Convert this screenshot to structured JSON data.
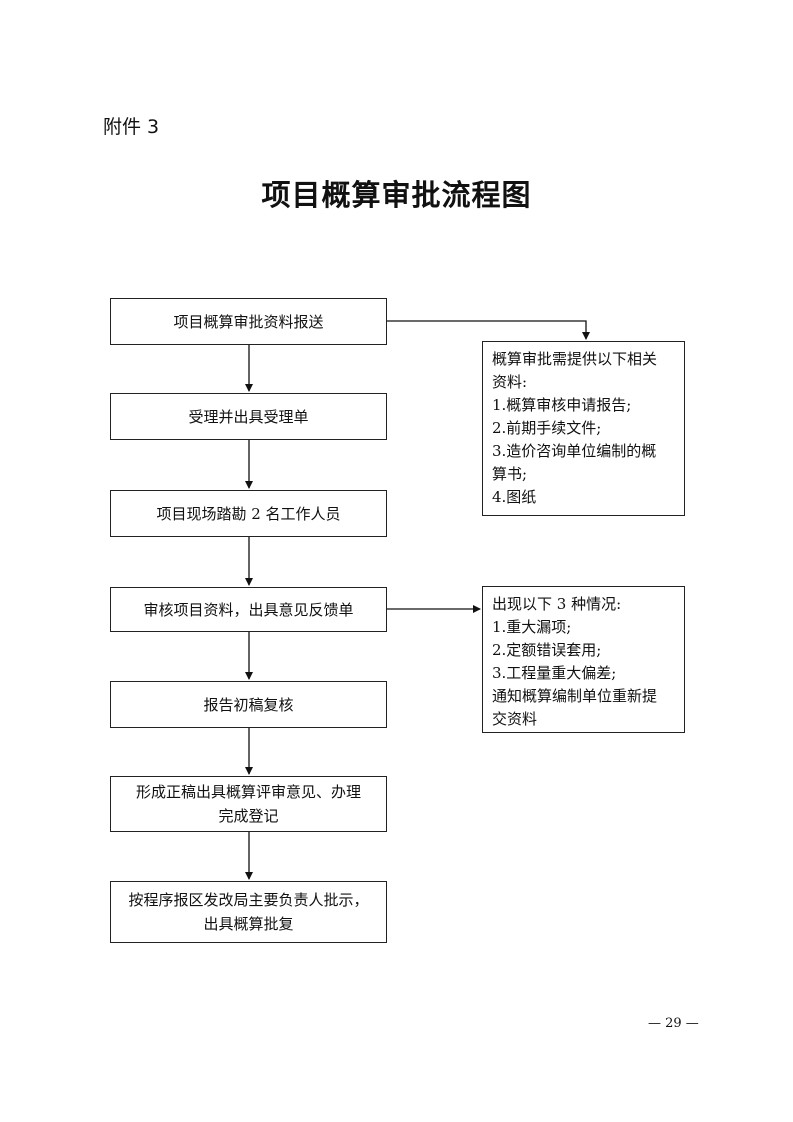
{
  "attachment_label": "附件 3",
  "title": "项目概算审批流程图",
  "flow": {
    "step1": "项目概算审批资料报送",
    "step2": "受理并出具受理单",
    "step3": "项目现场踏勘 2 名工作人员",
    "step4": "审核项目资料，出具意见反馈单",
    "step5": "报告初稿复核",
    "step6_line1": "形成正稿出具概算评审意见、办理",
    "step6_line2": "完成登记",
    "step7_line1": "按程序报区发改局主要负责人批示，",
    "step7_line2": "出具概算批复"
  },
  "note_materials": {
    "line1": "概算审批需提供以下相关",
    "line2": "资料:",
    "line3": "1.概算审核申请报告;",
    "line4": "2.前期手续文件;",
    "line5": "3.造价咨询单位编制的概",
    "line6": "算书;",
    "line7": "4.图纸"
  },
  "note_issues": {
    "line1": "出现以下 3 种情况:",
    "line2": "1.重大漏项;",
    "line3": "2.定额错误套用;",
    "line4": "3.工程量重大偏差;",
    "line5": "通知概算编制单位重新提",
    "line6": "交资料"
  },
  "page_number": "— 29 —"
}
